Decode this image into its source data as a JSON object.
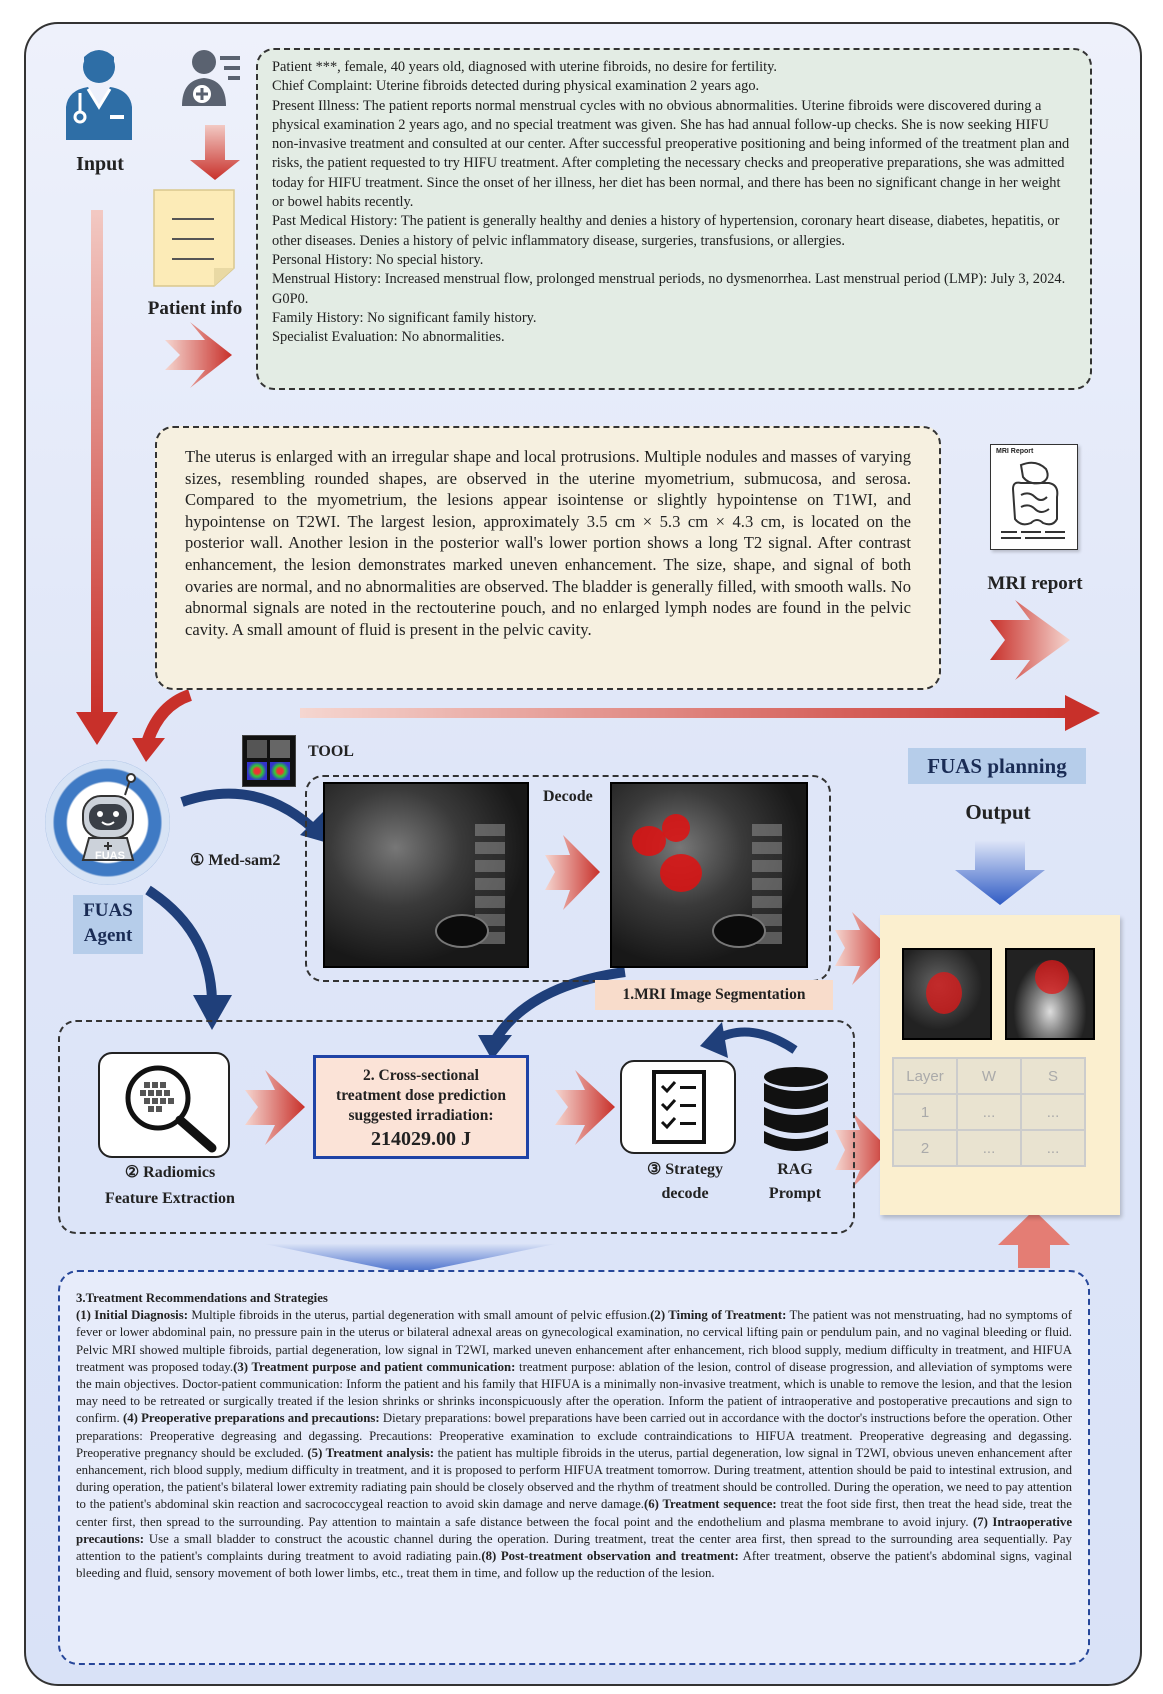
{
  "labels": {
    "input": "Input",
    "patient_info": "Patient info",
    "mri_report": "MRI report",
    "mri_report_icon_title": "MRI Report",
    "tool": "TOOL",
    "med_sam2": "① Med-sam2",
    "decode": "Decode",
    "fuas_planning": "FUAS planning",
    "output": "Output",
    "fuas_agent_line1": "FUAS",
    "fuas_agent_line2": "Agent",
    "robot_badge": "FUAS",
    "mri_seg": "1.MRI Image Segmentation",
    "radiomics_line1": "② Radiomics",
    "radiomics_line2": "Feature Extraction",
    "strategy_line1": "③ Strategy",
    "strategy_line2": "decode",
    "rag_line1": "RAG",
    "rag_line2": "Prompt"
  },
  "dose": {
    "line1": "2. Cross-sectional",
    "line2": "treatment dose prediction",
    "line3": "suggested irradiation:",
    "value": "214029.00 J"
  },
  "output_table": {
    "headers": [
      "Layer",
      "W",
      "S"
    ],
    "rows": [
      [
        "1",
        "...",
        "..."
      ],
      [
        "2",
        "...",
        "..."
      ]
    ]
  },
  "patient_text": [
    "Patient ***, female, 40 years old, diagnosed with uterine fibroids, no desire for fertility.",
    " Chief Complaint: Uterine fibroids detected during physical examination 2 years ago.",
    " Present Illness: The patient reports normal menstrual cycles with no obvious abnormalities. Uterine fibroids were discovered during a physical examination 2 years ago, and no special treatment was given. She has had annual follow-up checks. She is now seeking HIFU non-invasive treatment and consulted at our center. After successful preoperative positioning and being informed of the treatment plan and risks, the patient requested to try HIFU treatment. After completing the necessary checks and preoperative preparations, she was admitted today for HIFU treatment. Since the onset of her illness, her diet has been normal, and there has been no significant change in her weight or bowel habits recently.",
    " Past Medical History: The patient is generally healthy and denies a history of hypertension, coronary heart disease, diabetes, hepatitis, or other diseases. Denies a history of pelvic inflammatory disease, surgeries, transfusions, or allergies.",
    " Personal History: No special history.",
    " Menstrual History: Increased menstrual flow, prolonged menstrual periods, no dysmenorrhea. Last menstrual period (LMP): July 3, 2024. G0P0.",
    " Family History: No significant family history.",
    " Specialist Evaluation: No abnormalities."
  ],
  "mri_text": "The uterus is enlarged with an irregular shape and local protrusions. Multiple nodules and masses of varying sizes, resembling rounded shapes, are observed in the uterine myometrium, submucosa, and serosa. Compared to the myometrium, the lesions appear isointense or slightly hypointense on T1WI, and hypointense on T2WI. The largest lesion, approximately 3.5 cm × 5.3 cm × 4.3 cm, is located on the posterior wall. Another lesion in the posterior wall's lower portion shows a long T2 signal. After contrast enhancement, the lesion demonstrates marked uneven enhancement. The size, shape, and signal of both ovaries are normal, and no abnormalities are observed. The bladder is generally filled, with smooth walls. No abnormal signals are noted in the rectouterine pouch, and no enlarged lymph nodes are found in the pelvic cavity. A small amount of fluid is present in the pelvic cavity.",
  "recommendations": {
    "title": "3.Treatment Recommendations and Strategies",
    "parts": [
      {
        "h": "(1) Initial Diagnosis:",
        "t": " Multiple fibroids in the uterus, partial degeneration with small amount of pelvic effusion."
      },
      {
        "h": "(2) Timing of Treatment:",
        "t": " The patient was not menstruating, had no symptoms of fever or lower abdominal pain, no pressure pain in the uterus or bilateral adnexal areas on gynecological examination, no cervical lifting pain or pendulum pain, and no vaginal bleeding or fluid. Pelvic MRI showed multiple fibroids, partial degeneration, low signal in T2WI, marked uneven enhancement after enhancement, rich blood supply, medium difficulty in treatment, and HIFUA treatment was proposed today."
      },
      {
        "h": "(3) Treatment purpose and patient communication:",
        "t": " treatment purpose: ablation of the lesion, control of disease progression, and alleviation of symptoms were the main objectives. Doctor-patient communication: Inform the patient and his family that HIFUA is a minimally non-invasive treatment, which is unable to remove the lesion, and that the lesion may need to be retreated or surgically treated if the lesion shrinks or shrinks inconspicuously after the operation. Inform the patient of intraoperative and postoperative precautions and sign to confirm. "
      },
      {
        "h": "(4) Preoperative preparations and precautions:",
        "t": " Dietary preparations: bowel preparations have been carried out in accordance with the doctor's instructions before the operation. Other preparations: Preoperative degreasing and degassing. Precautions: Preoperative examination to exclude contraindications to HIFUA treatment. Preoperative degreasing and degassing. Preoperative pregnancy should be excluded.  "
      },
      {
        "h": "(5) Treatment analysis:",
        "t": " the patient has multiple fibroids in the uterus, partial degeneration, low signal in T2WI, obvious uneven enhancement after enhancement, rich blood supply, medium difficulty in treatment, and it is proposed to perform HIFUA treatment tomorrow. During treatment, attention should be paid to intestinal extrusion, and during operation, the patient's bilateral lower extremity radiating pain should be closely observed and the rhythm of treatment should be controlled. During the operation, we need to pay attention to the patient's abdominal skin reaction and sacrococcygeal reaction to avoid skin damage and nerve damage."
      },
      {
        "h": "(6) Treatment sequence:",
        "t": " treat the foot side first, then treat the head side, treat the center first, then spread to the surrounding. Pay attention to maintain a safe distance between the focal point and the endothelium and plasma membrane to avoid injury. "
      },
      {
        "h": "(7) Intraoperative precautions:",
        "t": " Use a small bladder to construct the acoustic channel during the operation. During treatment, treat the center area first, then spread to the surrounding area sequentially. Pay attention to the patient's complaints during treatment to avoid radiating pain."
      },
      {
        "h": "(8) Post-treatment observation and treatment:",
        "t": " After treatment, observe the patient's abdominal signs, vaginal bleeding and fluid, sensory movement of both lower limbs, etc., treat them in time, and follow up the reduction of the lesion."
      }
    ]
  },
  "colors": {
    "arrow_red": "#d2453d",
    "arrow_blue": "#1f3f7a",
    "accent_blue": "#27479a"
  }
}
